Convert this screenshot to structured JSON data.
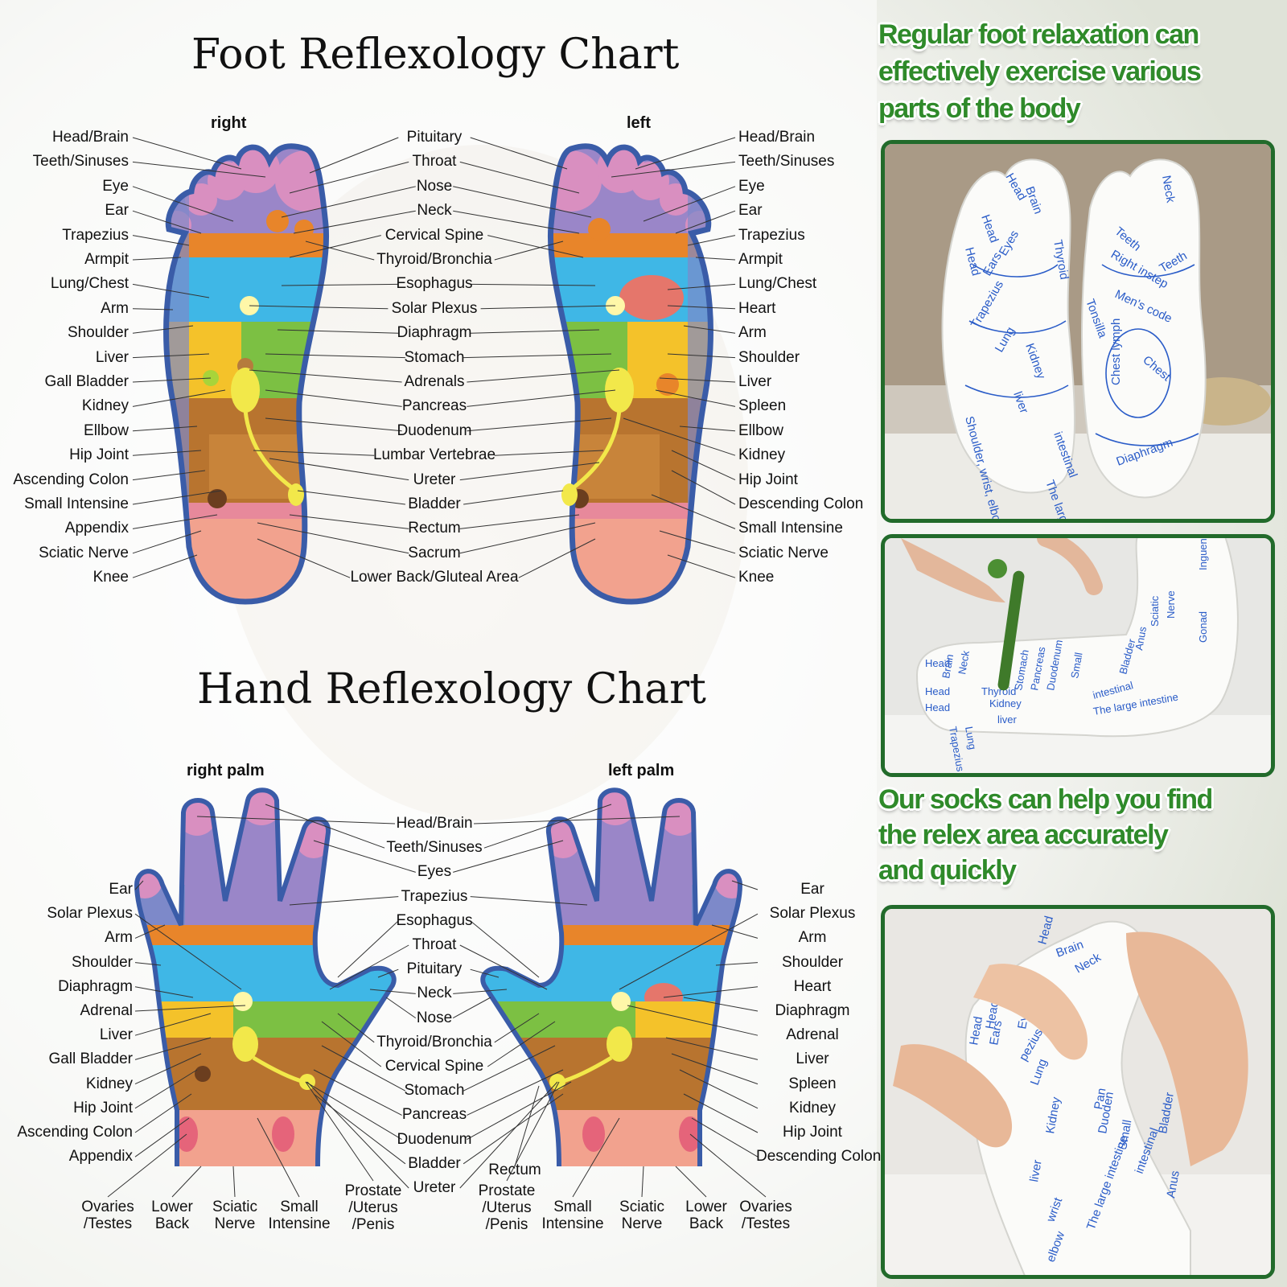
{
  "foot_chart": {
    "title": "Foot Reflexology Chart",
    "right_label": "right",
    "left_label": "left",
    "left_column": [
      "Head/Brain",
      "Teeth/Sinuses",
      "Eye",
      "Ear",
      "Trapezius",
      "Armpit",
      "Lung/Chest",
      "Arm",
      "Shoulder",
      "Liver",
      "Gall Bladder",
      "Kidney",
      "Ellbow",
      "Hip Joint",
      "Ascending Colon",
      "Small Intensine",
      "Appendix",
      "Sciatic Nerve",
      "Knee"
    ],
    "center_column": [
      "Pituitary",
      "Throat",
      "Nose",
      "Neck",
      "Cervical Spine",
      "Thyroid/Bronchia",
      "Esophagus",
      "Solar Plexus",
      "Diaphragm",
      "Stomach",
      "Adrenals",
      "Pancreas",
      "Duodenum",
      "Lumbar Vertebrae",
      "Ureter",
      "Bladder",
      "Rectum",
      "Sacrum",
      "Lower Back/Gluteal Area"
    ],
    "right_column": [
      "Head/Brain",
      "Teeth/Sinuses",
      "Eye",
      "Ear",
      "Trapezius",
      "Armpit",
      "Lung/Chest",
      "Heart",
      "Arm",
      "Shoulder",
      "Liver",
      "Spleen",
      "Ellbow",
      "Kidney",
      "Hip Joint",
      "Descending Colon",
      "Small Intensine",
      "Sciatic Nerve",
      "Knee"
    ]
  },
  "hand_chart": {
    "title": "Hand Reflexology Chart",
    "right_palm_label": "right palm",
    "left_palm_label": "left palm",
    "left_column": [
      "Ear",
      "Solar Plexus",
      "Arm",
      "Shoulder",
      "Diaphragm",
      "Adrenal",
      "Liver",
      "Gall Bladder",
      "Kidney",
      "Hip Joint",
      "Ascending Colon",
      "Appendix"
    ],
    "center_column": [
      "Head/Brain",
      "Teeth/Sinuses",
      "Eyes",
      "Trapezius",
      "Esophagus",
      "Throat",
      "Pituitary",
      "Neck",
      "Nose",
      "Thyroid/Bronchia",
      "Cervical Spine",
      "Stomach",
      "Pancreas",
      "Duodenum",
      "Bladder",
      "Ureter"
    ],
    "right_column": [
      "Ear",
      "Solar Plexus",
      "Arm",
      "Shoulder",
      "Heart",
      "Diaphragm",
      "Adrenal",
      "Liver",
      "Spleen",
      "Kidney",
      "Hip Joint",
      "Descending Colon"
    ],
    "rectum": "Rectum",
    "bottom_left": [
      "Ovaries\n/Testes",
      "Lower\nBack",
      "Sciatic\nNerve",
      "Small\nIntensine",
      "Prostate\n/Uterus\n/Penis"
    ],
    "bottom_right": [
      "Prostate\n/Uterus\n/Penis",
      "Small\nIntensine",
      "Sciatic\nNerve",
      "Lower\nBack",
      "Ovaries\n/Testes"
    ]
  },
  "side_panel": {
    "headline_1": [
      "Regular foot relaxation can",
      "effectively exercise various",
      "parts of the body"
    ],
    "headline_2": [
      "Our socks can help you find",
      "the relex area accurately",
      "and quickly"
    ],
    "sock_1_text": [
      "Head",
      "Brain",
      "Neck",
      "Head",
      "Head",
      "Ears",
      "Eyes",
      "Trapezius",
      "Lung",
      "Kidney",
      "liver",
      "Shoulder, wrist, elbow",
      "Thyroid",
      "Teeth",
      "Right instep",
      "Teeth",
      "Men's code",
      "Tonsilla",
      "Chest lymph",
      "Chest",
      "Diaphragm",
      "intestinal",
      "The large intestine"
    ],
    "sock_2_text": [
      "Head",
      "Brain",
      "Neck",
      "Head",
      "Head",
      "Thyroid",
      "Stomach",
      "Pancreas",
      "Duodenum",
      "Small",
      "Bladder",
      "Anus",
      "Kidney",
      "liver",
      "intestinal",
      "The large intestine",
      "Lung",
      "Trapezius",
      "Sciatic",
      "Nerve",
      "Inguen",
      "Gonad"
    ],
    "sock_3_text": [
      "Head",
      "Brain",
      "Neck",
      "Head",
      "Head",
      "Ears",
      "Eyes",
      "pezius",
      "Lung",
      "Kidney",
      "liver",
      "Pan",
      "Duoden",
      "Small",
      "intestinal",
      "Bladder",
      "The large intestine",
      "wrist",
      "elbow",
      "Anus"
    ]
  },
  "colors": {
    "accent_green": "#2f8a2a",
    "frame_green": "#226b2b",
    "sock_print_blue": "#2a5cc8",
    "outline_blue": "#3a5ca8",
    "zone_pink": "#d98fc0",
    "zone_purple": "#9a86c8",
    "zone_orange": "#e8852a",
    "zone_cyan": "#3fb7e6",
    "zone_yellow": "#f4c22a",
    "zone_green": "#7cc043",
    "zone_brown": "#b8742f",
    "zone_salmon": "#f2a28e"
  }
}
